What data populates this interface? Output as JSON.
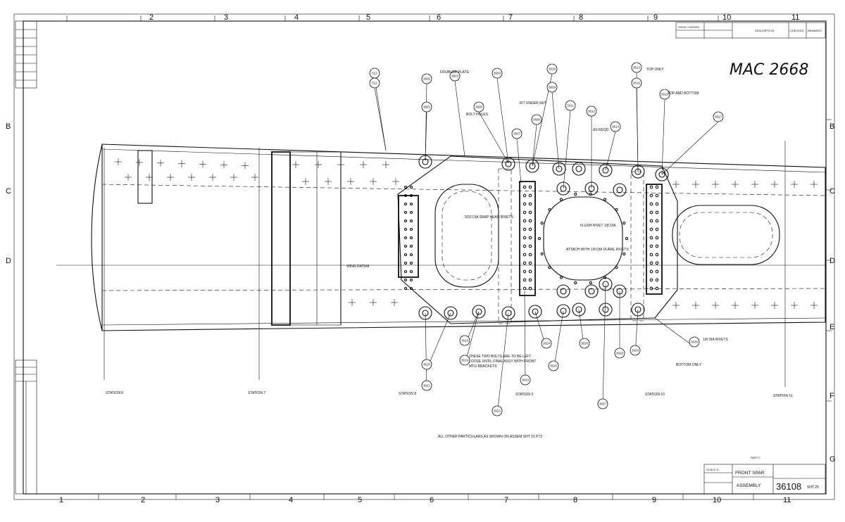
{
  "drawing": {
    "handwritten_id": "MAC 2668",
    "title_line1": "FRONT SPAR",
    "title_line2": "ASSEMBLY",
    "drawing_number": "36108",
    "sheet_label": "SHT 25",
    "part_label": "PART 2",
    "scale_label": "SCALE ½",
    "general_note": "ALL OTHER PARTICULARS AS SHOWN ON ASSEM SHT 21 PT2"
  },
  "grid": {
    "columns_top": [
      "2",
      "3",
      "4",
      "5",
      "6",
      "7",
      "8",
      "9",
      "10",
      "11"
    ],
    "columns_bottom": [
      "1",
      "2",
      "3",
      "4",
      "5",
      "6",
      "7",
      "8",
      "9",
      "10",
      "11"
    ],
    "rows": [
      "B",
      "C",
      "D",
      "E",
      "F",
      "G"
    ]
  },
  "revision_block": {
    "headers": [
      "DESCRIPTION",
      "CHECKED",
      "REMARKS"
    ],
    "entry": "ISSUE 2 ADDED"
  },
  "stations": [
    "STATION 6",
    "STATION 7",
    "STATION 8",
    "STATION 9",
    "STATION 10",
    "STATION 11"
  ],
  "notes": {
    "doubler": "DOUBLER PLATE",
    "bolt_holes": "BOLT HOLES",
    "datum": "WING DATUM",
    "rivets": "5/32 DIA SNAP HEAD RIVETS",
    "bolts_loose": "THESE TWO BOLTS ARE TO BE LEFT LOOSE UNTIL FINAL ASSY WITH FRONT MTG BRACKETS",
    "flush_rivets": "FLUSH RIVET 1/8 DIA",
    "top_bottom": "TOP AND BOTTOM",
    "top_only": "TOP ONLY",
    "bottom_only": "BOTTOM ONLY",
    "fit_under": "FIT UNDER NUT",
    "attach": "ATTACH WITH 1/8 DIA DURAL RIVETS",
    "as_req": "AS REQD",
    "dia_rivets": "1/8 DIA RIVETS"
  },
  "callouts": [
    "512",
    "512",
    "3602",
    "3601",
    "3603",
    "3605",
    "3604",
    "3607",
    "3606",
    "3610",
    "3609",
    "3611",
    "3612",
    "3614",
    "3613",
    "3616",
    "3615",
    "3617",
    "3618",
    "3619",
    "3620",
    "3621",
    "3622",
    "3623",
    "3624",
    "3625",
    "3626",
    "3627",
    "3628",
    "3629",
    "3630"
  ]
}
